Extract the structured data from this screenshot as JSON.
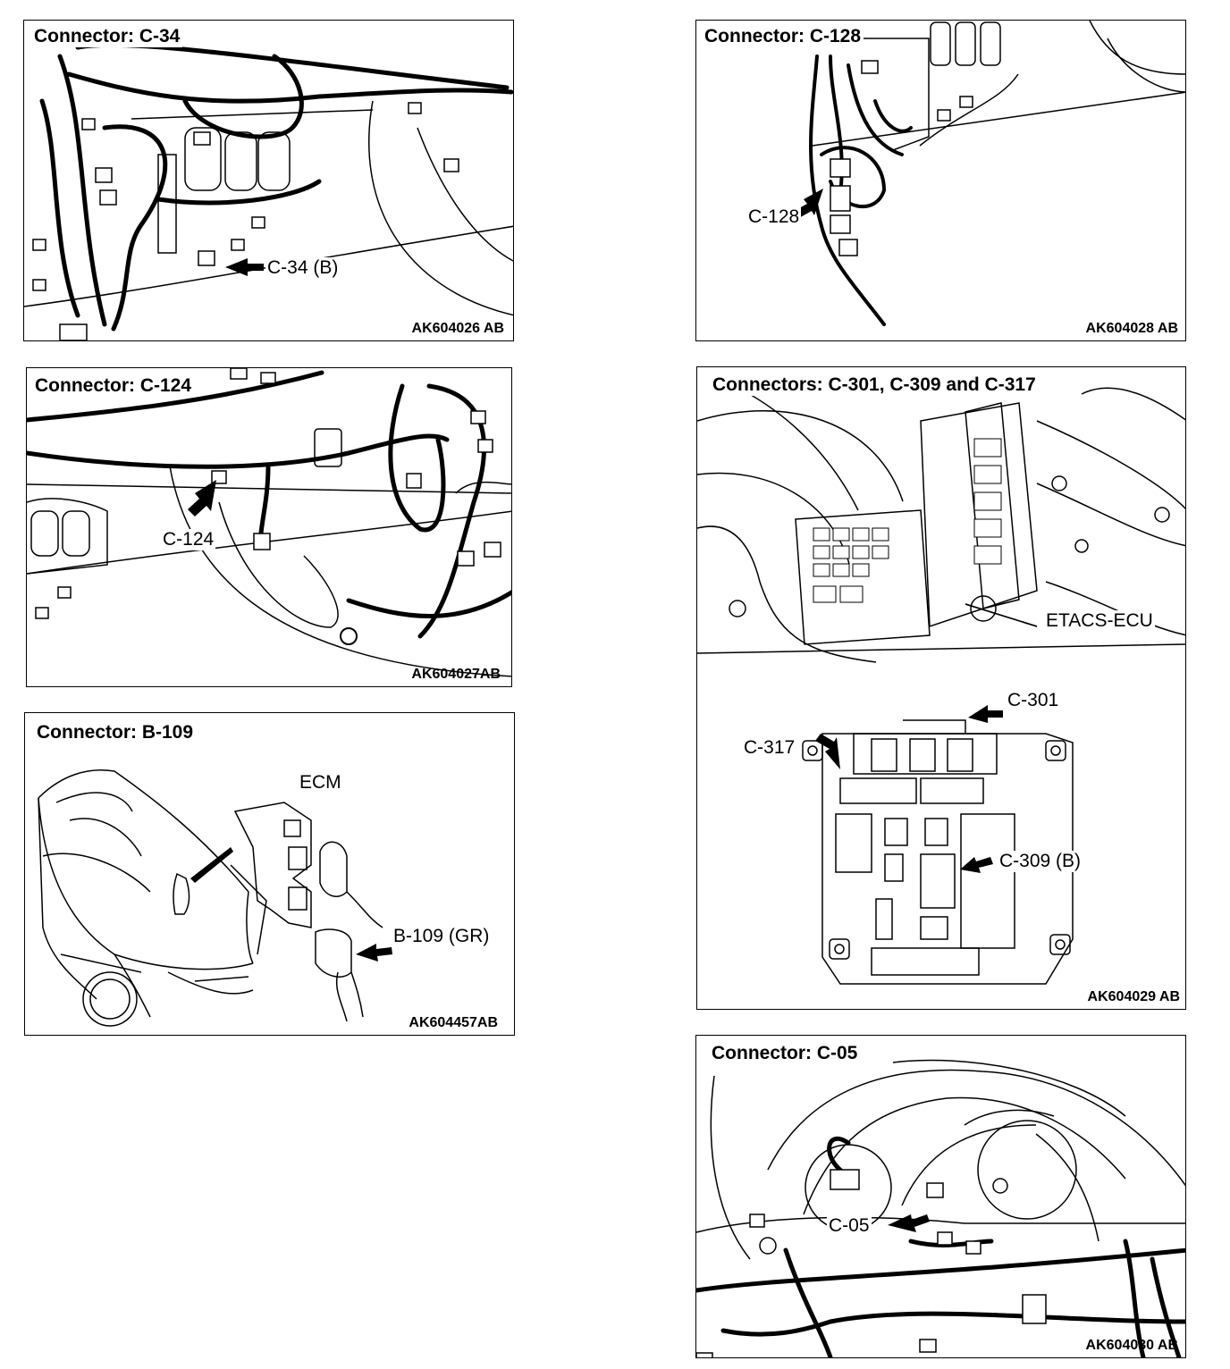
{
  "panels": {
    "c34": {
      "title": "Connector: C-34",
      "code": "AK604026 AB",
      "callout": "C-34 (B)"
    },
    "c128": {
      "title": "Connector: C-128",
      "code": "AK604028 AB",
      "callout": "C-128"
    },
    "c124": {
      "title": "Connector: C-124",
      "code": "AK604027AB",
      "callout": "C-124"
    },
    "etacs": {
      "title": "Connectors: C-301, C-309 and C-317",
      "code": "AK604029 AB",
      "etacs_label": "ETACS-ECU",
      "c301": "C-301",
      "c317": "C-317",
      "c309": "C-309 (B)"
    },
    "b109": {
      "title": "Connector: B-109",
      "code": "AK604457AB",
      "ecm_label": "ECM",
      "callout": "B-109 (GR)"
    },
    "c05": {
      "title": "Connector: C-05",
      "code": "AK604030 AB",
      "callout": "C-05"
    }
  }
}
